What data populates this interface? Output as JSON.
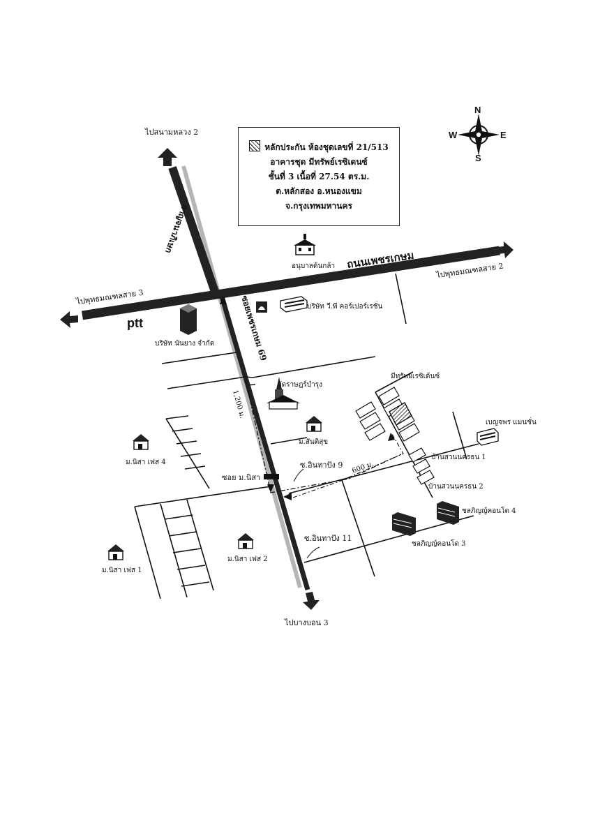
{
  "legend": {
    "line1": "หลักประกัน ห้องชุดเลขที่ 21/513",
    "line2": "อาคารชุด มีทรัพย์เรซิเดนซ์",
    "line3": "ชั้นที่  3  เนื้อที่ 27.54 ตร.ม.",
    "line4": "ต.หลักสอง  อ.หนองแขม",
    "line5": "จ.กรุงเทพมหานคร"
  },
  "compass": {
    "n": "N",
    "s": "S",
    "e": "E",
    "w": "W"
  },
  "directions": {
    "to_sanam_luang": "ไปสนามหลวง 2",
    "to_phutthamonthon2": "ไปพุทธมณฑลสาย 2",
    "to_phutthamonthon3": "ไปพุทธมณฑลสาย 3",
    "to_bang_bon": "ไปบางบอน 3"
  },
  "roads": {
    "phetkasem": "ถนนเพชรเกษม",
    "kanchanaphisek": "กาญจนาภิเษก",
    "phetkasem69": "ซอยเพชรเกษม 69",
    "inthaprom9": "ซ.อินทาปัง 9",
    "inthaprom11": "ซ.อินทาปัง 11",
    "soi_nisa": "ซอย ม.นิสา"
  },
  "distances": {
    "d1200": "1,200 ม.",
    "d600": "600 ม."
  },
  "places": {
    "kindergarten": "อนุบาลต้นกล้า",
    "ptt": "ptt",
    "nanyang": "บริษัท นันยาง จำกัด",
    "vp_corp": "บริษัท วี.พี คอร์เปอร์เรชั่น",
    "wat": "วัดราษฎร์บำรุง",
    "mee_sap": "มีทรัพย์เรซิเด้นซ์",
    "santisuk": "ม.สันติสุข",
    "nisa4": "ม.นิสา เฟส 4",
    "nisa2": "ม.นิสา เฟส 2",
    "nisa1": "ม.นิสา เฟส 1",
    "benchaporn": "เบญจพร แมนชั่น",
    "suan1": "บ้านสวนนครธน 1",
    "suan2": "บ้านสวนนครธน 2",
    "chonlaphin4": "ชลภิญญ์คอนโด 4",
    "chonlaphin3": "ชลภิญญ์คอนโด 3"
  },
  "colors": {
    "road": "#222222",
    "rail": "#b5b5b5",
    "line": "#111111"
  },
  "icons": [
    "compass-rose-icon",
    "temple-icon",
    "school-icon",
    "house-icon",
    "building-icon",
    "ptt-logo",
    "shell-icon",
    "hatched-target-icon"
  ]
}
